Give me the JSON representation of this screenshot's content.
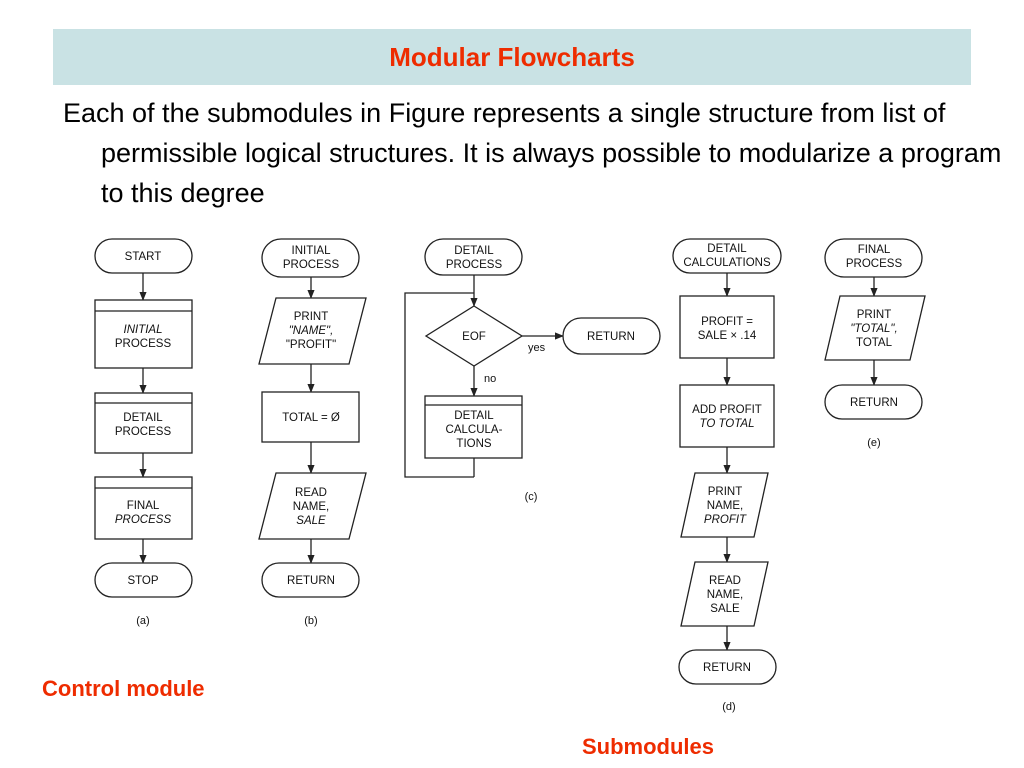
{
  "slide": {
    "title": "Modular Flowcharts",
    "body": "Each of the submodules in Figure represents a single structure from list of permissible logical structures. It is always possible to modularize a program to this degree",
    "captions": {
      "control": "Control module",
      "submodules": "Submodules"
    },
    "colors": {
      "title_band": "#c9e2e4",
      "accent": "#ee2c00"
    }
  },
  "flowcharts": {
    "a": {
      "label": "(a)",
      "start": "START",
      "initial_process": [
        "INITIAL",
        "PROCESS"
      ],
      "detail_process": [
        "DETAIL",
        "PROCESS"
      ],
      "final_process": [
        "FINAL",
        "PROCESS"
      ],
      "stop": "STOP"
    },
    "b": {
      "label": "(b)",
      "initial_process": [
        "INITIAL",
        "PROCESS"
      ],
      "print": [
        "PRINT",
        "\"NAME\",",
        "\"PROFIT\""
      ],
      "total_assign": "TOTAL = Ø",
      "read": [
        "READ",
        "NAME,",
        "SALE"
      ],
      "return": "RETURN"
    },
    "c": {
      "label": "(c)",
      "detail_process": [
        "DETAIL",
        "PROCESS"
      ],
      "eof": "EOF",
      "yes": "yes",
      "no": "no",
      "return": "RETURN",
      "detail_calculations": [
        "DETAIL",
        "CALCULA-",
        "TIONS"
      ]
    },
    "d": {
      "label": "(d)",
      "detail_calculations": [
        "DETAIL",
        "CALCULATIONS"
      ],
      "profit": [
        "PROFIT =",
        "SALE × .14"
      ],
      "add_profit": [
        "ADD PROFIT",
        "TO TOTAL"
      ],
      "print": [
        "PRINT",
        "NAME,",
        "PROFIT"
      ],
      "read": [
        "READ",
        "NAME,",
        "SALE"
      ],
      "return": "RETURN"
    },
    "e": {
      "label": "(e)",
      "final_process": [
        "FINAL",
        "PROCESS"
      ],
      "print": [
        "PRINT",
        "\"TOTAL\",",
        "TOTAL"
      ],
      "return": "RETURN"
    }
  }
}
